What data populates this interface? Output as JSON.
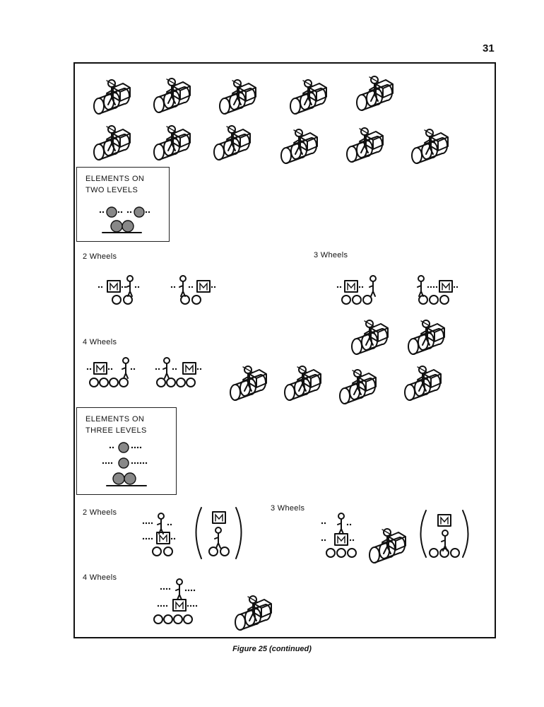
{
  "page": {
    "number": "31",
    "caption": "Figure 25 (continued)"
  },
  "sections": {
    "two_levels": {
      "legend_line1": "ELEMENTS ON",
      "legend_line2": "TWO LEVELS",
      "label_2_wheels": "2 Wheels",
      "label_3_wheels": "3 Wheels",
      "label_4_wheels": "4 Wheels"
    },
    "three_levels": {
      "legend_line1": "ELEMENTS ON",
      "legend_line2": "THREE LEVELS",
      "label_2_wheels": "2 Wheels",
      "label_3_wheels": "3 Wheels",
      "label_4_wheels": "4 Wheels"
    }
  },
  "glyphs": {
    "box_letter": "M"
  }
}
